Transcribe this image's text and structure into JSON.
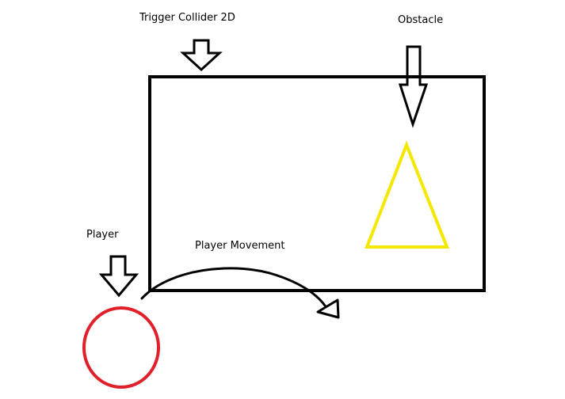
{
  "labels": {
    "trigger_collider": "Trigger Collider 2D",
    "obstacle": "Obstacle",
    "player": "Player",
    "player_movement": "Player Movement"
  },
  "colors": {
    "background": "#ffffff",
    "stroke": "#000000",
    "player": "#e0202a",
    "obstacle": "#f5e800"
  },
  "icons": {
    "trigger_pointer": "down-arrow-icon",
    "obstacle_pointer": "down-arrow-icon",
    "player_pointer": "down-arrow-icon",
    "movement_path": "curved-arrow-icon"
  }
}
